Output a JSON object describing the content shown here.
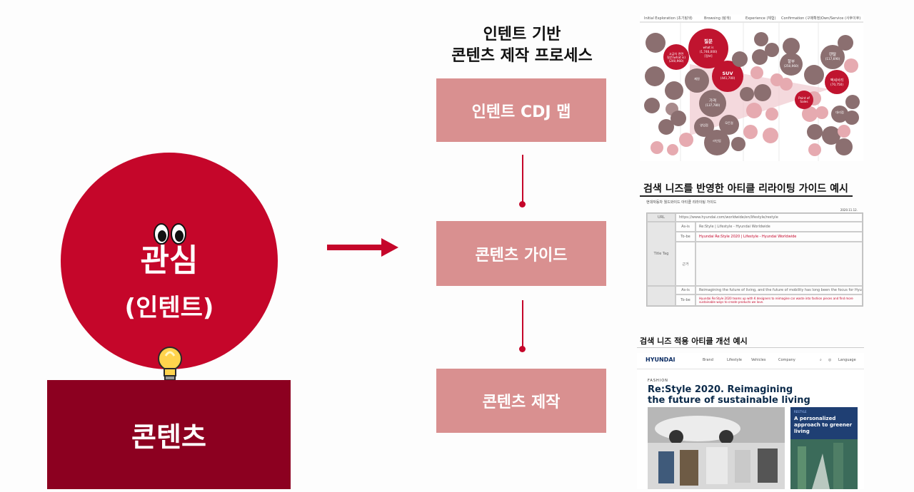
{
  "concept": {
    "title": "관심",
    "subtitle": "(인텐트)",
    "content_label": "콘텐츠"
  },
  "process": {
    "title_line1": "인텐트 기반",
    "title_line2": "콘텐츠 제작 프로세스",
    "steps": [
      "인텐트 CDJ 맵",
      "콘텐츠 가이드",
      "콘텐츠 제작"
    ]
  },
  "cdj_map": {
    "stages": [
      "Initial Exploration (초기탐색)",
      "Browsing (탐색)",
      "Experience (체험)",
      "Confirmation (구매확정)",
      "Own/Service (사후이후)"
    ],
    "bubbles": [
      {
        "label": "질문\nwhat is\n(1,746,000)\n[정보]"
      },
      {
        "label": "고급차 관련\n질문(what is)\n(240,960)"
      },
      {
        "label": "SUV\n(441,700)\n[세부차종]"
      },
      {
        "label": "가격\n(137,780)\n[가격]"
      },
      {
        "label": "할부\n(250,960)\n[구매]"
      },
      {
        "label": "렌탈\n(117,690)\n[유지]"
      },
      {
        "label": "액세서리\n(70,750)\n[액세서리]"
      },
      {
        "label": "Point of Sales"
      },
      {
        "label": "라인업"
      },
      {
        "label": "모든걸"
      },
      {
        "label": "영업점"
      },
      {
        "label": "대리점"
      }
    ]
  },
  "guide": {
    "title": "검색 니즈를 반영한 아티클 리라이팅 가이드 예시",
    "subtitle": "현대자동차 월드와이드 아티클 리라이팅 가이드",
    "date": "2020.11.12.",
    "rows": [
      {
        "label": "URL",
        "value": "https://www.hyundai.com/worldwide/en/lifestyle/restyle"
      },
      {
        "label": "As-is",
        "value": "Re:Style | Lifestyle - Hyundai Worldwide"
      },
      {
        "label": "To-be",
        "value": "Hyundai Re:Style 2020 | Lifestyle - Hyundai Worldwide"
      },
      {
        "label": "Title Tag",
        "value": ""
      },
      {
        "label": "As-is",
        "value": "Reimagining the future of living, and the future of mobility has long been the focus for Hyundai."
      },
      {
        "label": "To-be",
        "value": "Hyundai Re:Style 2020 teams up with K designers to reimagine car waste into fashion pieces and find more sustainable ways to create products we love."
      }
    ],
    "guide_label": "근거"
  },
  "article": {
    "title": "검색 니즈 적용 아티클 개선 예시",
    "logo": "HYUNDAI",
    "nav": [
      "Brand",
      "Lifestyle",
      "Vehicles",
      "Company"
    ],
    "language": "Language",
    "category": "FASHION",
    "headline_line1": "Re:Style 2020. Reimagining",
    "headline_line2": "the future of sustainable living",
    "card_label": "RESTYLE",
    "card_text": "A personalized approach to greener living"
  },
  "colors": {
    "primary_red": "#c5062a",
    "dark_red": "#8c0020",
    "step_pink": "#d99090",
    "bubble_red": "#c0142f",
    "bubble_brown": "#8b6f70",
    "bubble_pink": "#e6aab0"
  }
}
